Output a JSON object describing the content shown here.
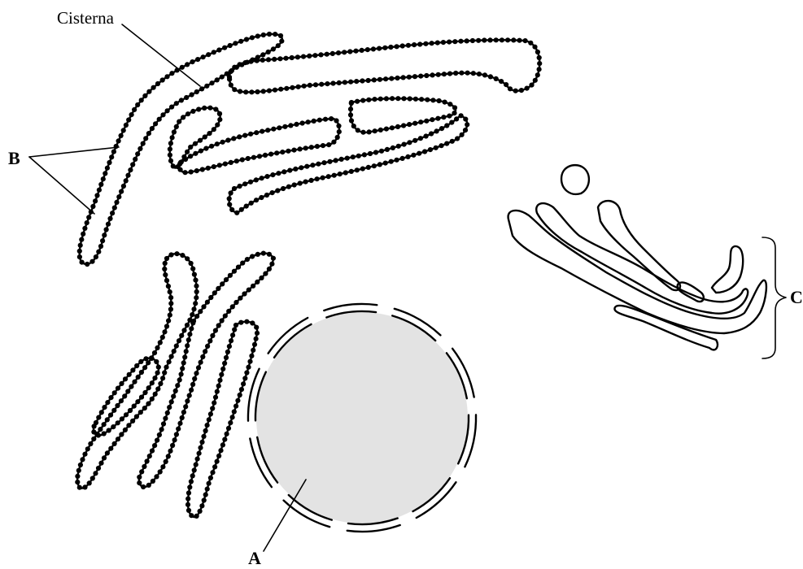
{
  "labels": {
    "cisterna": "Cisterna",
    "b": "B",
    "a": "A",
    "c": "C"
  },
  "colors": {
    "stroke": "#000000",
    "nucleus_fill": "#e3e3e3",
    "background": "#ffffff"
  }
}
